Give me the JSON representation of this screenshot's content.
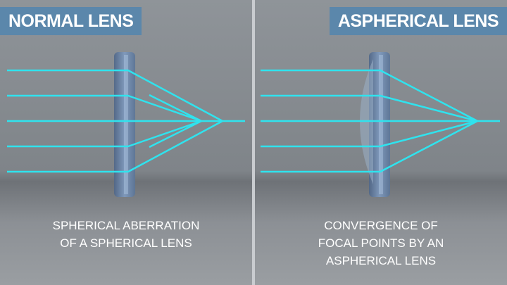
{
  "panels": {
    "normal": {
      "title": "NORMAL LENS",
      "caption_lines": [
        "SPHERICAL ABERRATION",
        "OF A SPHERICAL LENS"
      ]
    },
    "aspherical": {
      "title": "ASPHERICAL LENS",
      "caption_lines": [
        "CONVERGENCE OF",
        "FOCAL POINTS BY AN",
        "ASPHERICAL LENS"
      ]
    }
  },
  "colors": {
    "ray": "#2fe3ee",
    "title_bg": "#5b87ab",
    "lens": "#6f8bb0"
  }
}
